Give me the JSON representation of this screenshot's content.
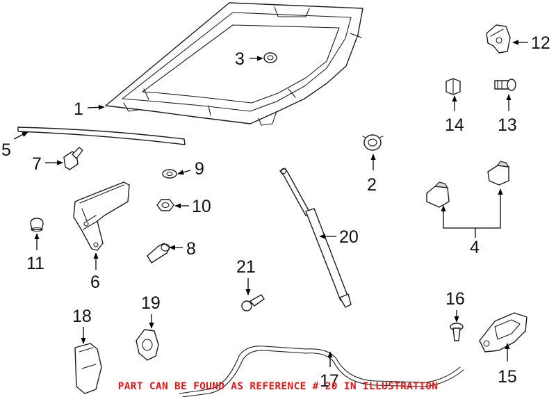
{
  "diagram": {
    "callouts": {
      "c1": "1",
      "c2": "2",
      "c3": "3",
      "c4": "4",
      "c5": "5",
      "c6": "6",
      "c7": "7",
      "c8": "8",
      "c9": "9",
      "c10": "10",
      "c11": "11",
      "c12": "12",
      "c13": "13",
      "c14": "14",
      "c15": "15",
      "c16": "16",
      "c17": "17",
      "c18": "18",
      "c19": "19",
      "c20": "20",
      "c21": "21"
    },
    "note": "PART CAN BE FOUND AS REFERENCE # 20 IN ILLUSTRATION",
    "note_color": "#e81818"
  }
}
